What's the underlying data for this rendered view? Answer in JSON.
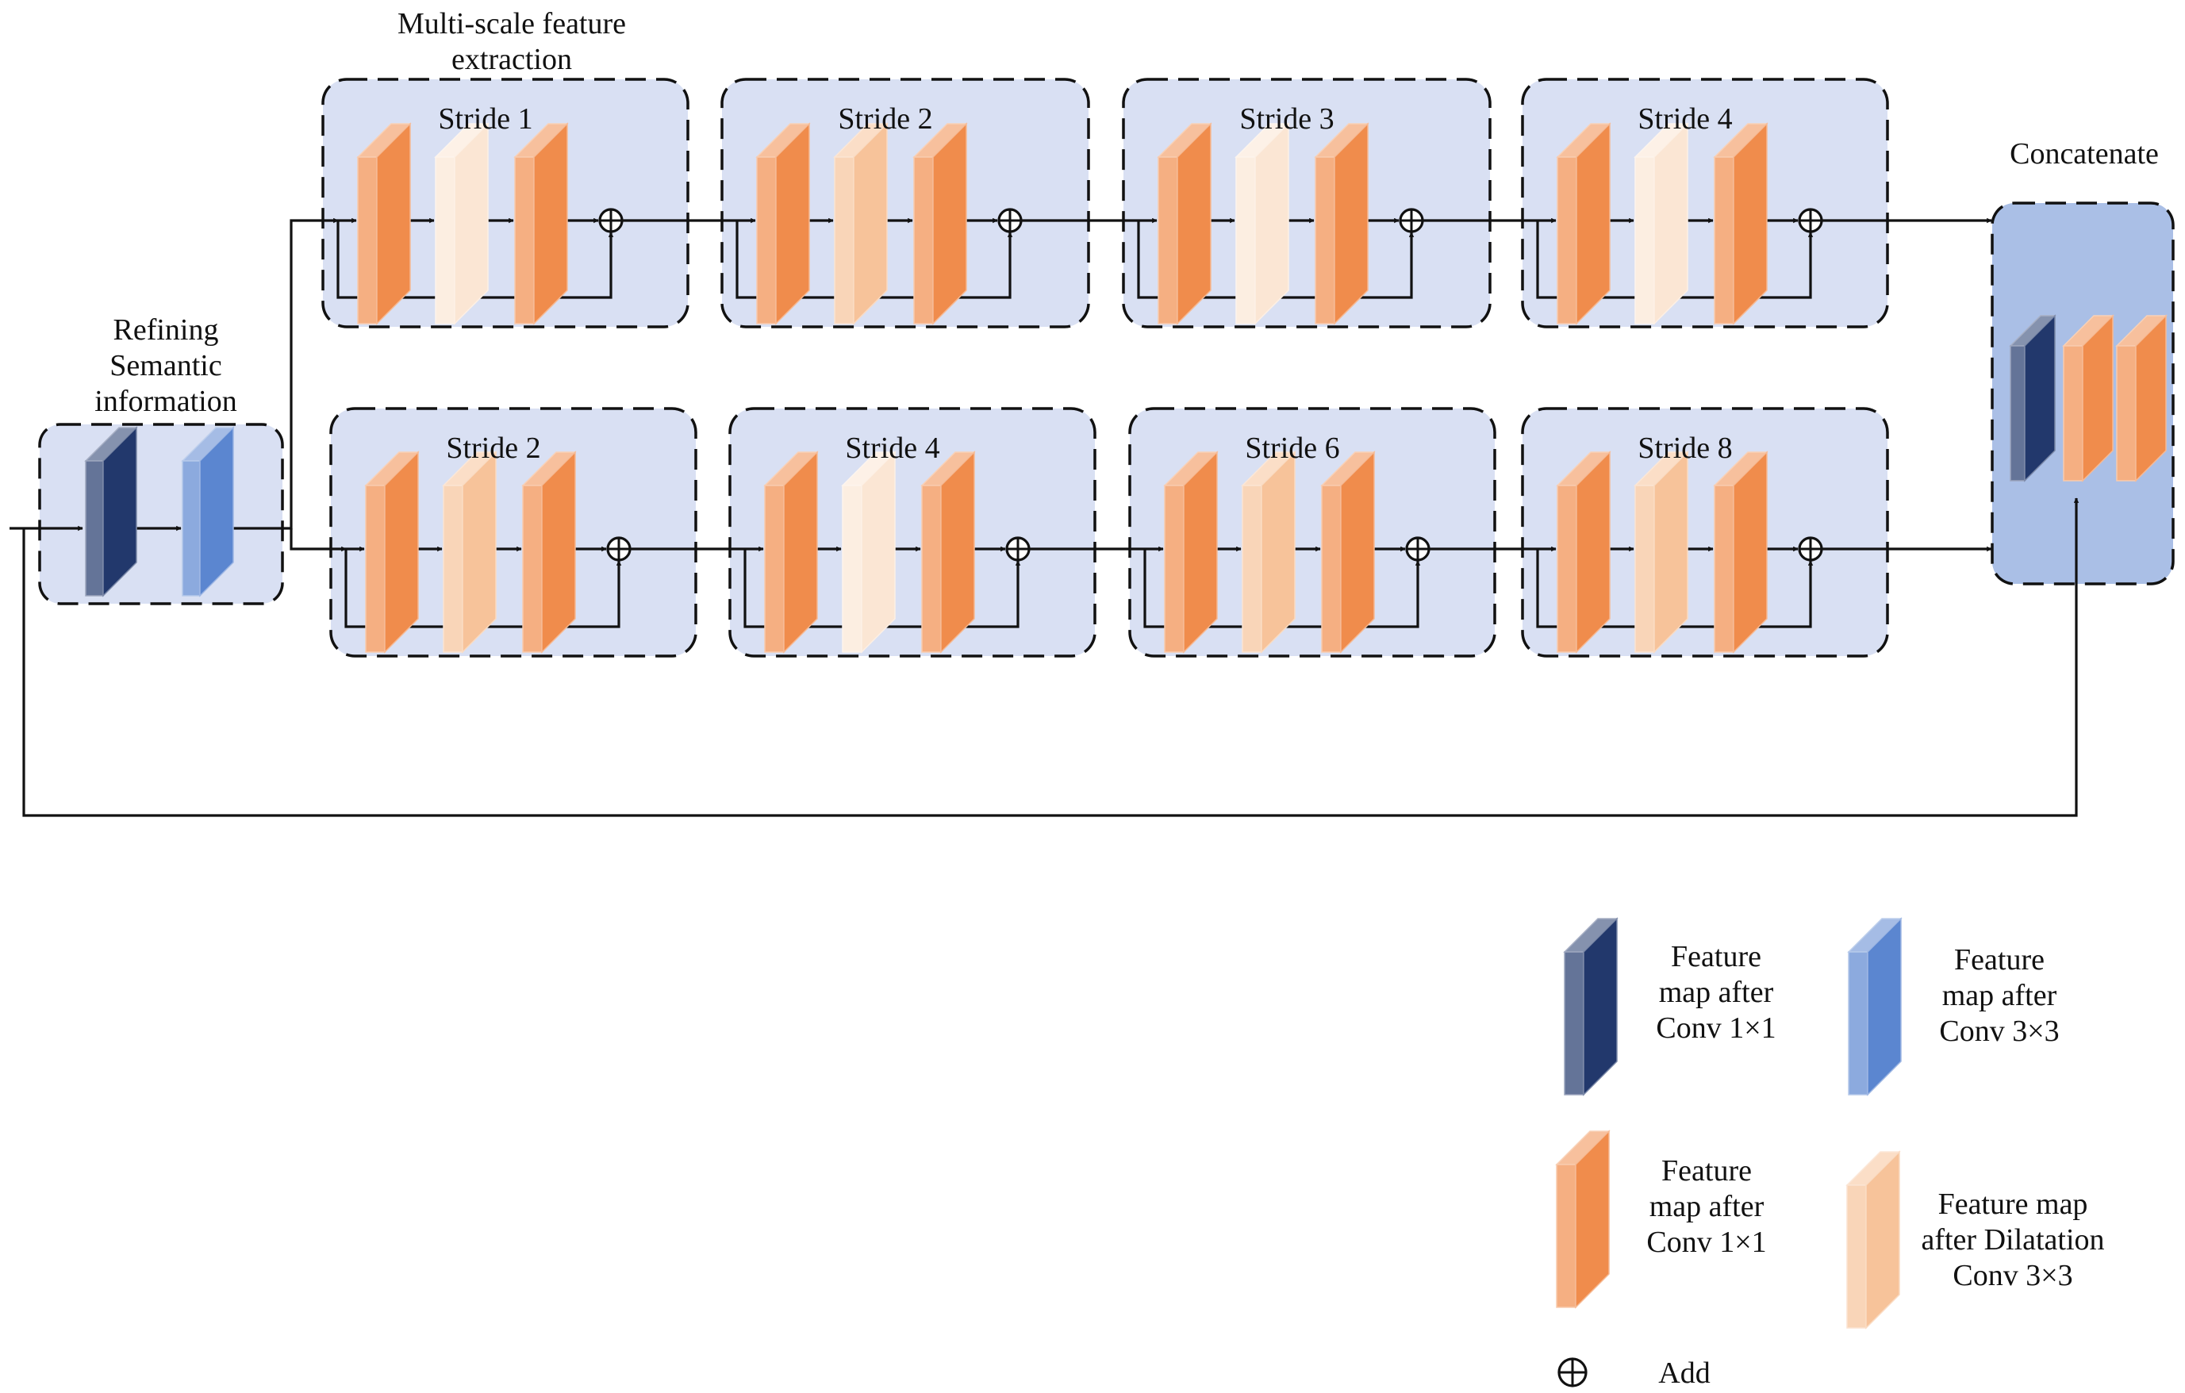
{
  "titles": {
    "multiscale": [
      "Multi-scale feature",
      "extraction"
    ],
    "refining": [
      "Refining",
      "Semantic",
      "information"
    ],
    "concatenate": "Concatenate"
  },
  "strides": {
    "top": [
      "Stride 1",
      "Stride 2",
      "Stride 3",
      "Stride 4"
    ],
    "bottom": [
      "Stride 2",
      "Stride 4",
      "Stride 6",
      "Stride 8"
    ]
  },
  "legend": {
    "conv1_blue": [
      "Feature",
      "map after",
      "Conv 1×1"
    ],
    "conv3_blue": [
      "Feature",
      "map after",
      "Conv 3×3"
    ],
    "conv1_orange": [
      "Feature",
      "map after",
      "Conv 1×1"
    ],
    "dilation": [
      "Feature map",
      "after Dilatation",
      "Conv 3×3"
    ],
    "add": "Add"
  },
  "colors": {
    "dark_blue": "#22386c",
    "mid_blue": "#5b86d0",
    "orange": "#f08c4c",
    "peach": "#f7c39a",
    "cream": "#fbe6d4",
    "group_fill": "#d9e0f3",
    "concat_fill": "#aabfe6"
  }
}
